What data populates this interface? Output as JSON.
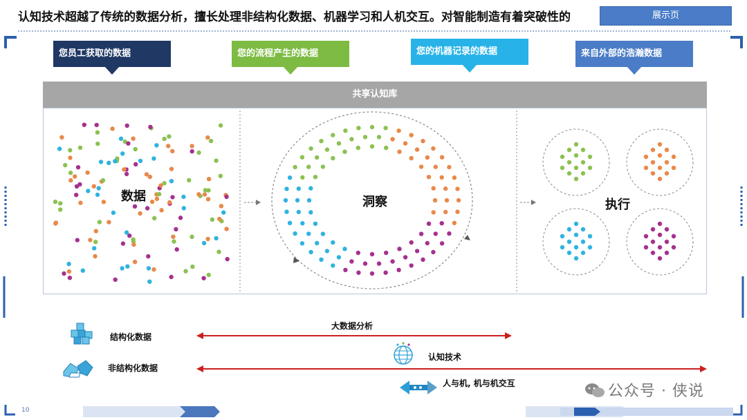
{
  "header": {
    "headline": "认知技术超越了传统的数据分析，擅长处理非结构化数据、机器学习和人机交互。对智能制造有着突破性的",
    "show_button": "展示页"
  },
  "sources": [
    {
      "label": "您员工获取的数据",
      "color": "#1f3864"
    },
    {
      "label": "您的流程产生的数据",
      "color": "#7dbb42"
    },
    {
      "label": "您的机器记录的数据",
      "color": "#27b3e8"
    },
    {
      "label": "来自外部的浩瀚数据",
      "color": "#4a7cc7"
    }
  ],
  "shared_bar": "共享认知库",
  "stages": {
    "data": "数据",
    "insight": "洞察",
    "execute": "执行"
  },
  "dot_colors": {
    "orange": "#e8894a",
    "green": "#8cc152",
    "blue": "#2fb3e0",
    "purple": "#a5318f"
  },
  "bottom": {
    "structured": "结构化数据",
    "unstructured": "非结构化数据",
    "big_data": "大数据分析",
    "cognitive": "认知技术",
    "interaction": "人与机, 机与机交互",
    "arrow_color": "#cc1f1f"
  },
  "footer": {
    "page_number": "10",
    "watermark": "公众号 · 侠说"
  }
}
